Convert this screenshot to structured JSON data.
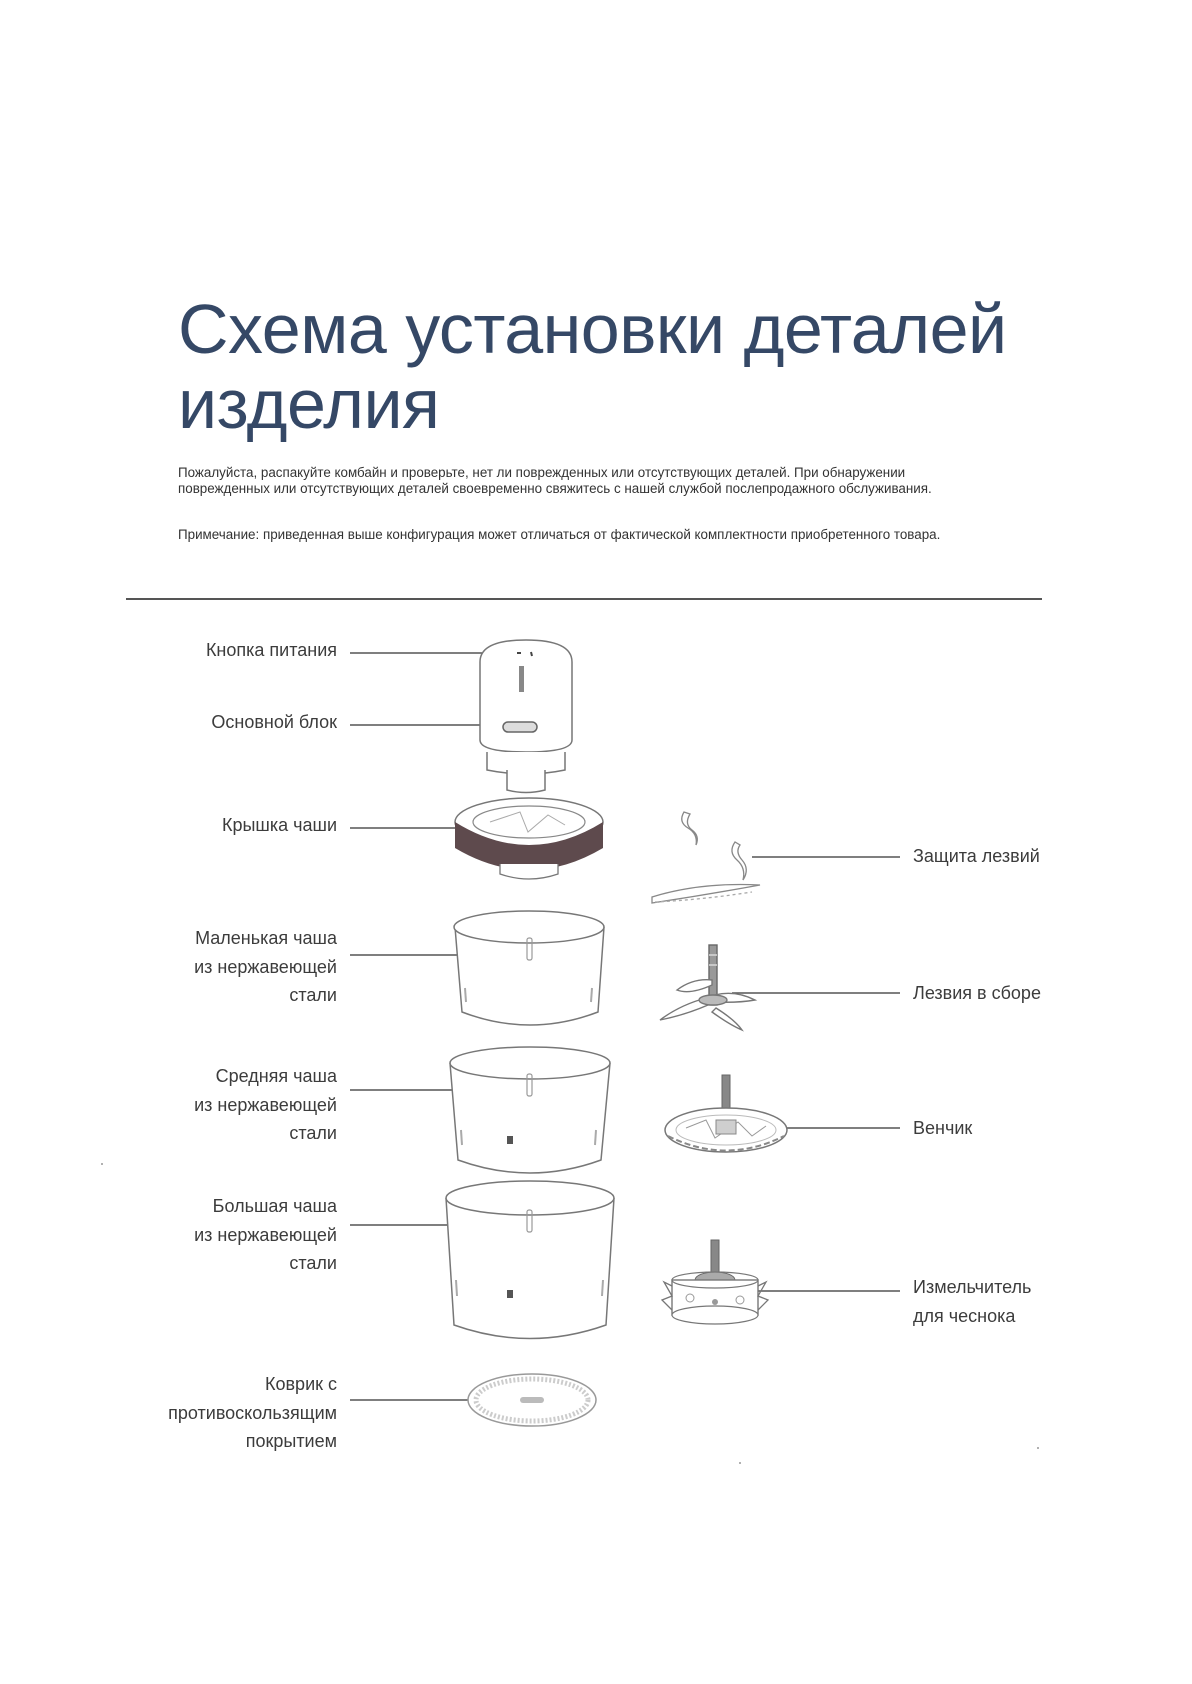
{
  "title": "Схема установки деталей изделия",
  "intro": "Пожалуйста, распакуйте комбайн и проверьте, нет ли поврежденных или отсутствующих деталей. При обнаружении поврежденных или отсутствующих деталей своевременно свяжитесь с нашей службой послепродажного обслуживания.",
  "note": "Примечание: приведенная выше конфигурация может отличаться от фактической комплектности приобретенного товара.",
  "parts_left": {
    "power_button": "Кнопка питания",
    "main_unit": "Основной блок",
    "bowl_lid": "Крышка чаши",
    "small_bowl": "Маленькая чаша\nиз нержавеющей\nстали",
    "medium_bowl": "Средняя чаша\nиз нержавеющей\nстали",
    "large_bowl": "Большая чаша\nиз нержавеющей\nстали",
    "mat": "Коврик с\nпротивоскользящим\nпокрытием"
  },
  "parts_right": {
    "blade_guard": "Защита лезвий",
    "blade_assembly": "Лезвия в сборе",
    "whisk": "Венчик",
    "garlic_chopper": "Измельчитель\nдля чеснока"
  },
  "line_color": "#555555",
  "lid_band_color": "#5e4a4d"
}
